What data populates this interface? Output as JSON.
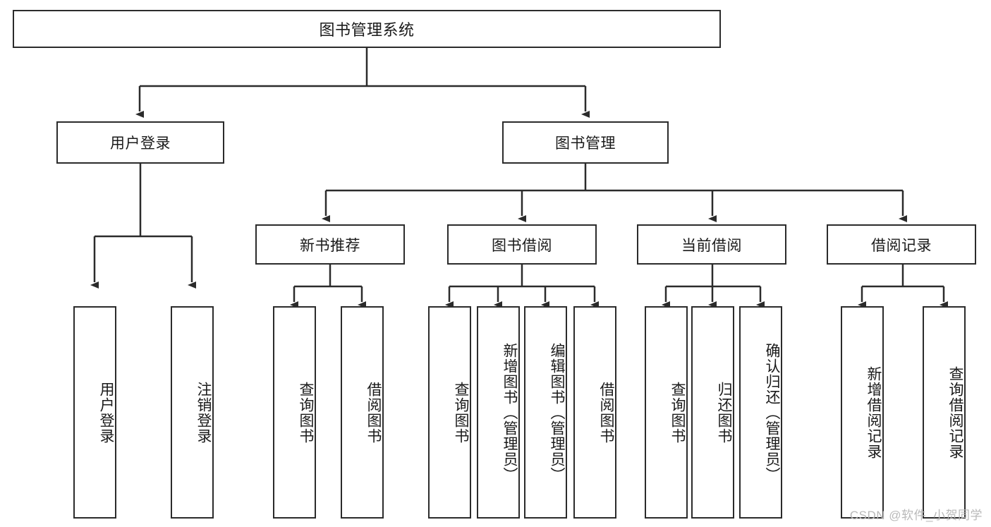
{
  "diagram": {
    "title": "图书管理系统",
    "watermark": "CSDN @软件_小贺同学",
    "colors": {
      "box_border": "#2b2b2b",
      "box_fill": "#ffffff",
      "edge": "#2b2b2b",
      "text": "#1a1a1a",
      "watermark": "#b9b9b9"
    },
    "root": {
      "label": "图书管理系统"
    },
    "level2": [
      {
        "label": "用户登录"
      },
      {
        "label": "图书管理"
      }
    ],
    "level3": [
      {
        "label": "新书推荐"
      },
      {
        "label": "图书借阅"
      },
      {
        "label": "当前借阅"
      },
      {
        "label": "借阅记录"
      }
    ],
    "leaves": {
      "user_login": [
        {
          "label": "用户登录"
        },
        {
          "label": "注销登录"
        }
      ],
      "new_book": [
        {
          "label": "查询图书"
        },
        {
          "label": "借阅图书"
        }
      ],
      "book_borrow": [
        {
          "label": "查询图书"
        },
        {
          "label": "新增图书（管理员）"
        },
        {
          "label": "编辑图书（管理员）"
        },
        {
          "label": "借阅图书"
        }
      ],
      "current_borrow": [
        {
          "label": "查询图书"
        },
        {
          "label": "归还图书"
        },
        {
          "label": "确认归还（管理员）"
        }
      ],
      "borrow_record": [
        {
          "label": "新增借阅记录"
        },
        {
          "label": "查询借阅记录"
        }
      ]
    }
  }
}
